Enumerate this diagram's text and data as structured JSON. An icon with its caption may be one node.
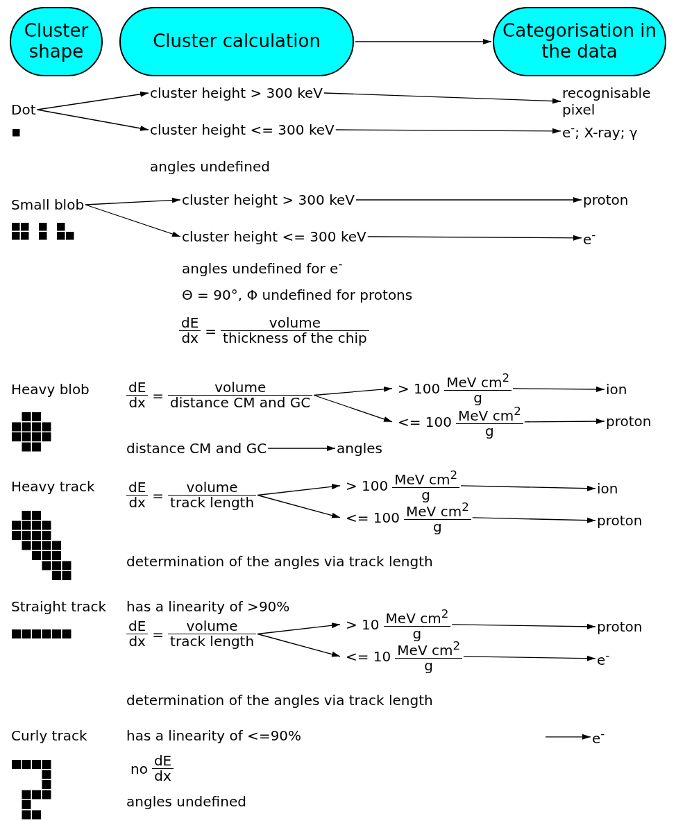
{
  "diagram": {
    "nodes": [
      {
        "text": [
          "Cluster shape"
        ]
      },
      {
        "text": [
          "Cluster calculation"
        ]
      },
      {
        "text": [
          "Categorisation in the data"
        ]
      },
      {
        "text": [
          "Dot"
        ]
      },
      {
        "text": [
          "cluster height > 300 keV"
        ]
      },
      {
        "text": [
          "cluster height <= 300 keV"
        ]
      },
      {
        "text": [
          "recognisable pixel"
        ]
      },
      {
        "text": [
          "e$^{-}$; X-ray; γ"
        ]
      },
      {
        "text": [
          "Small blob"
        ]
      },
      {
        "text": [
          "cluster height > 300 keV"
        ]
      },
      {
        "text": [
          "cluster height <= 300 keV"
        ]
      },
      {
        "text": [
          "proton"
        ]
      },
      {
        "text": [
          "e$^{-}$"
        ]
      },
      {
        "text": [
          "dE",
          "dx",
          "=",
          "volume",
          "thickness of the chip"
        ]
      },
      {
        "text": [
          "Heavy blob"
        ]
      },
      {
        "text": [
          "dE",
          "dx",
          "=",
          "volume",
          "distance CM and GC"
        ]
      },
      {
        "text": [
          "> 100",
          "MeV cm$^{2}$",
          "g"
        ]
      },
      {
        "text": [
          "<= 100",
          "MeV cm$^{2}$",
          "g"
        ]
      },
      {
        "text": [
          "ion"
        ]
      },
      {
        "text": [
          "proton"
        ]
      },
      {
        "text": [
          "distance CM and GC"
        ]
      },
      {
        "text": [
          "angles"
        ]
      },
      {
        "text": [
          "Heavy track"
        ]
      },
      {
        "text": [
          "dE",
          "dx",
          "=",
          "volume",
          "track length"
        ]
      },
      {
        "text": [
          "> 100",
          "MeV cm$^{2}$",
          "g"
        ]
      },
      {
        "text": [
          "<= 100",
          "MeV cm$^{2}$",
          "g"
        ]
      },
      {
        "text": [
          "ion"
        ]
      },
      {
        "text": [
          "proton"
        ]
      },
      {
        "text": [
          "Straight track"
        ]
      },
      {
        "text": [
          "dE",
          "dx",
          "=",
          "volume",
          "track length"
        ]
      },
      {
        "text": [
          "> 10",
          "MeV cm$^{2}$",
          "g"
        ]
      },
      {
        "text": [
          "<= 10",
          "MeV cm$^{2}$",
          "g"
        ]
      },
      {
        "text": [
          "proton"
        ]
      },
      {
        "text": [
          "e$^{-}$"
        ]
      },
      {
        "text": [
          "Curly track"
        ]
      },
      {
        "text": [
          "e$^{-}$"
        ]
      },
      {
        "text": [
          "no",
          "dE",
          "dx"
        ]
      }
    ],
    "edges": [
      {
        "from": 1,
        "to": 2,
        "arrow": "to"
      },
      {
        "from": 3,
        "to": 4,
        "arrow": "to"
      },
      {
        "from": 3,
        "to": 5,
        "arrow": "to"
      },
      {
        "from": 4,
        "to": 6,
        "arrow": "to"
      },
      {
        "from": 5,
        "to": 7,
        "arrow": "to"
      },
      {
        "from": 8,
        "to": 9,
        "arrow": "to"
      },
      {
        "from": 8,
        "to": 10,
        "arrow": "to"
      },
      {
        "from": 9,
        "to": 11,
        "arrow": "to"
      },
      {
        "from": 10,
        "to": 12,
        "arrow": "to"
      },
      {
        "from": 15,
        "to": 16,
        "arrow": "to"
      },
      {
        "from": 15,
        "to": 17,
        "arrow": "to"
      },
      {
        "from": 16,
        "to": 18,
        "arrow": "to"
      },
      {
        "from": 17,
        "to": 19,
        "arrow": "to"
      },
      {
        "from": 20,
        "to": 21,
        "arrow": "to"
      },
      {
        "from": 23,
        "to": 24,
        "arrow": "to"
      },
      {
        "from": 23,
        "to": 25,
        "arrow": "to"
      },
      {
        "from": 24,
        "to": 26,
        "arrow": "to"
      },
      {
        "from": 25,
        "to": 27,
        "arrow": "to"
      },
      {
        "from": 29,
        "to": 30,
        "arrow": "to"
      },
      {
        "from": 29,
        "to": 31,
        "arrow": "to"
      },
      {
        "from": 30,
        "to": 32,
        "arrow": "to"
      },
      {
        "from": 31,
        "to": 33,
        "arrow": "to"
      },
      {
        "from": null,
        "to": 35,
        "arrow": "to"
      }
    ],
    "labels": [
      "angles undefined",
      "angles undefined for e$^{-}$",
      "Θ = 90°, Φ undefined for protons",
      "determination of the angles via track length",
      "has a linearity of >90%",
      "determination of the angles via track length",
      "has a linearity of <=90%",
      "angles undefined"
    ]
  }
}
